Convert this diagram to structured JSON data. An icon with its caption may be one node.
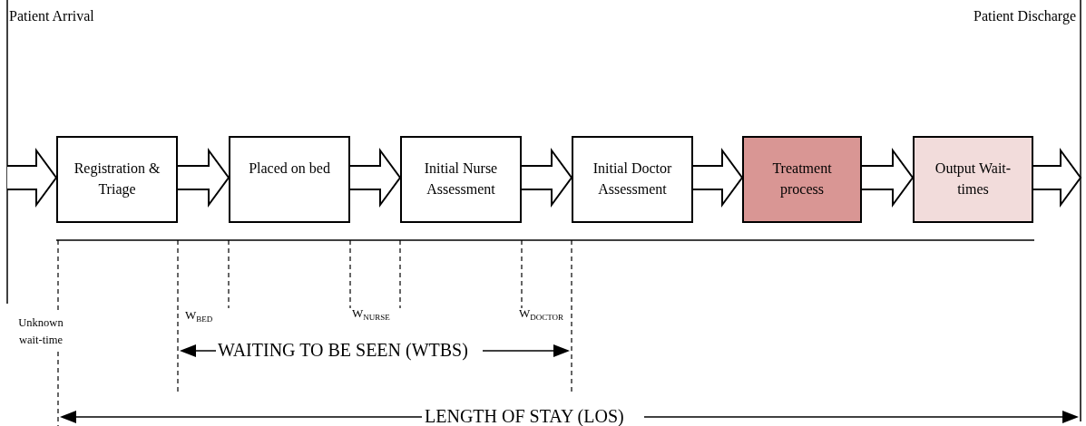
{
  "diagram": {
    "nodes": [
      {
        "text": [
          "Registration & Triage"
        ]
      },
      {
        "text": [
          "Placed on bed"
        ]
      },
      {
        "text": [
          "Initial Nurse Assessment"
        ]
      },
      {
        "text": [
          "Initial Doctor Assessment"
        ]
      },
      {
        "text": [
          "Treatment process"
        ]
      },
      {
        "text": [
          "Output Wait-times"
        ]
      }
    ],
    "edges": [
      {
        "from": null,
        "to": 0,
        "arrow": "to"
      },
      {
        "from": 0,
        "to": 1,
        "arrow": "to"
      },
      {
        "from": 1,
        "to": 2,
        "arrow": "to"
      },
      {
        "from": 2,
        "to": 3,
        "arrow": "to"
      },
      {
        "from": 3,
        "to": 4,
        "arrow": "to"
      },
      {
        "from": 4,
        "to": 5,
        "arrow": "to"
      },
      {
        "from": 5,
        "to": null,
        "arrow": "to"
      }
    ],
    "labels": [
      "Patient Arrival",
      "Patient Discharge",
      "Unknown wait-time",
      "W$_{BED}$",
      "W$_{NURSE}$",
      "W$_{DOCTOR}$",
      "WAITING TO BE SEEN (WTBS)",
      "LENGTH OF STAY (LOS)"
    ]
  }
}
